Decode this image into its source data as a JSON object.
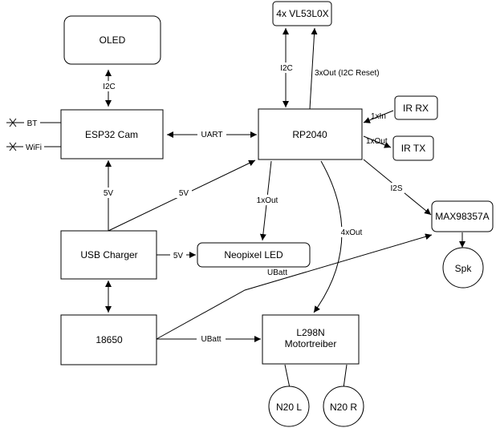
{
  "boxes": {
    "oled": "OLED",
    "esp32": "ESP32 Cam",
    "usb_charger": "USB Charger",
    "battery": "18650",
    "vl53": "4x VL53L0X",
    "rp2040": "RP2040",
    "ir_rx": "IR RX",
    "ir_tx": "IR TX",
    "max98357": "MAX98357A",
    "speaker": "Spk",
    "neopixel": "Neopixel LED",
    "l298n_line1": "L298N",
    "l298n_line2": "Motortreiber",
    "motor_left": "N20 L",
    "motor_right": "N20 R"
  },
  "labels": {
    "bt": "BT",
    "wifi": "WiFi",
    "i2c_oled": "I2C",
    "uart": "UART",
    "v5_charger_esp": "5V",
    "v5_charger_rp": "5V",
    "v5_neopixel": "5V",
    "i2c_vl53": "I2C",
    "out_vl53": "3xOut (I2C  Reset)",
    "in_ir": "1xIn",
    "out_ir": "1xOut",
    "out_neopixel": "1xOut",
    "i2s": "I2S",
    "out_motor": "4xOut",
    "ubatt_amp": "UBatt",
    "ubatt_l298n": "UBatt"
  }
}
